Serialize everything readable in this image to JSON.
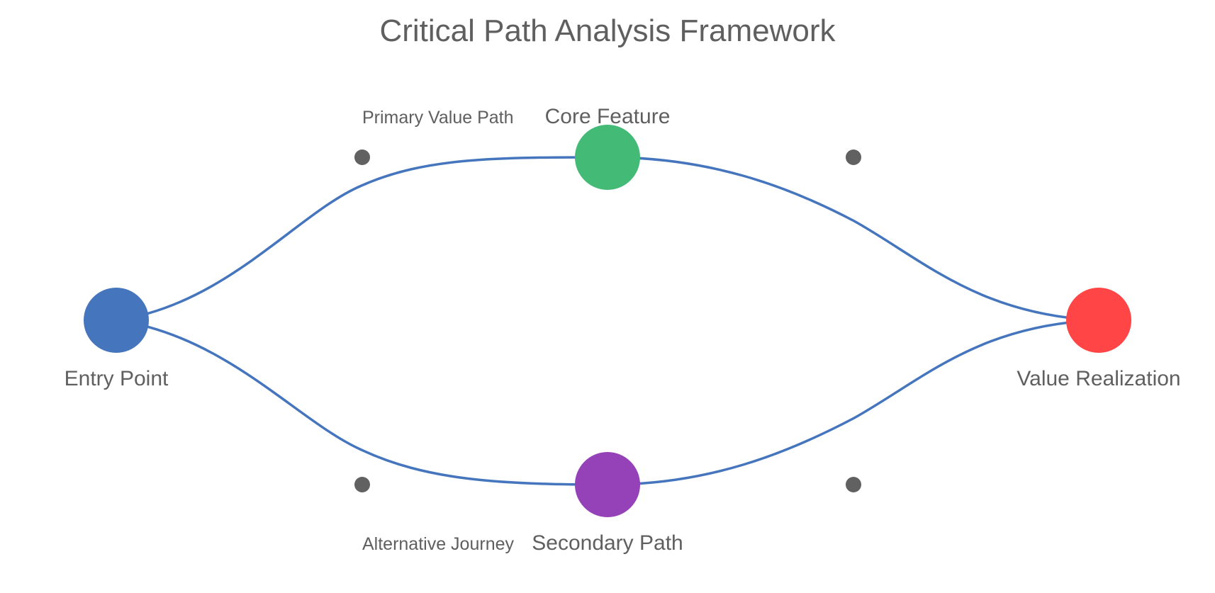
{
  "title": "Critical Path Analysis Framework",
  "colors": {
    "edge": "#4575bd",
    "control_point": "#616161",
    "text": "#5f5f5f"
  },
  "nodes": {
    "entry": {
      "label": "Entry Point",
      "color": "#4575bd"
    },
    "core": {
      "label": "Core Feature",
      "color": "#43ba76"
    },
    "secondary": {
      "label": "Secondary Path",
      "color": "#9541b8"
    },
    "value": {
      "label": "Value Realization",
      "color": "#ff4545"
    }
  },
  "path_labels": {
    "primary": "Primary Value Path",
    "alternative": "Alternative Journey"
  },
  "edges": [
    {
      "from": "entry",
      "to": "core"
    },
    {
      "from": "core",
      "to": "value"
    },
    {
      "from": "entry",
      "to": "secondary"
    },
    {
      "from": "secondary",
      "to": "value"
    }
  ]
}
